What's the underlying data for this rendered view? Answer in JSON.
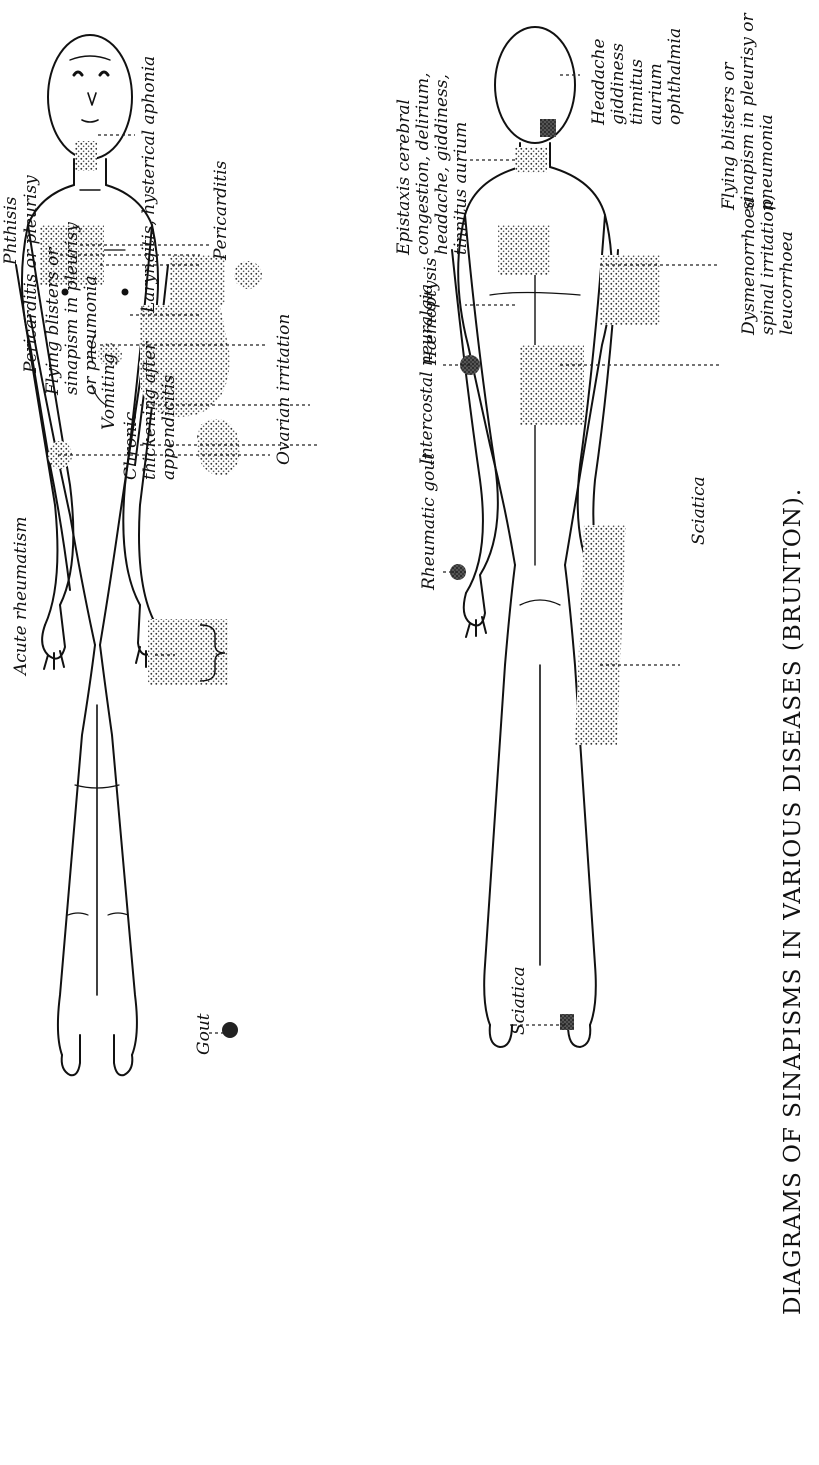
{
  "caption": "DIAGRAMS OF SINAPISMS IN VARIOUS DISEASES (BRUNTON).",
  "front_figure": {
    "labels": {
      "laryngitis": "Laryngitis, hysterical aphonia",
      "pericarditis": "Pericarditis",
      "ovarian": "Ovarian irritation",
      "phthisis": "Phthisis",
      "pericarditis_pleurisy": "Pericarditis or pleurisy",
      "flying_blisters": "Flying blisters or sinapism in pleurisy or pneumonia",
      "vomiting": "Vomiting",
      "chronic": "Chronic thickening after appendicitis",
      "acute_rheumatism": "Acute rheumatism",
      "gout": "Gout"
    }
  },
  "back_figure": {
    "labels": {
      "headache": "Headache giddiness tinnitus aurium ophthalmia",
      "flying_blisters": "Flying blisters or sinapism in pleurisy or pneumonia",
      "dysmenorrhoea": "Dysmenorrhoea spinal irritation, leucorrhoea",
      "sciatica_upper": "Sciatica",
      "epistaxis": "Epistaxis cerebral congestion, delirium, headache, giddiness, tinnitus aurium",
      "haemoptysis": "Hæmoptysis",
      "intercostal": "Intercostal neuralgia",
      "rheumatic_gout": "Rheumatic gout",
      "sciatica_lower": "Sciatica"
    }
  }
}
